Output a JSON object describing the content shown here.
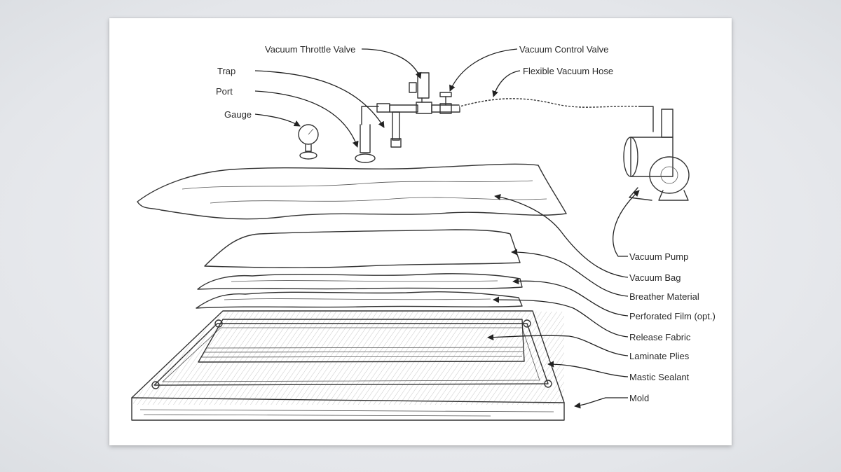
{
  "labels": {
    "vacuum_throttle_valve": "Vacuum Throttle Valve",
    "vacuum_control_valve": "Vacuum Control Valve",
    "trap": "Trap",
    "flexible_vacuum_hose": "Flexible Vacuum Hose",
    "port": "Port",
    "gauge": "Gauge",
    "vacuum_pump": "Vacuum Pump",
    "vacuum_bag": "Vacuum Bag",
    "breather_material": "Breather Material",
    "perforated_film": "Perforated Film (opt.)",
    "release_fabric": "Release Fabric",
    "laminate_plies": "Laminate Plies",
    "mastic_sealant": "Mastic Sealant",
    "mold": "Mold"
  }
}
